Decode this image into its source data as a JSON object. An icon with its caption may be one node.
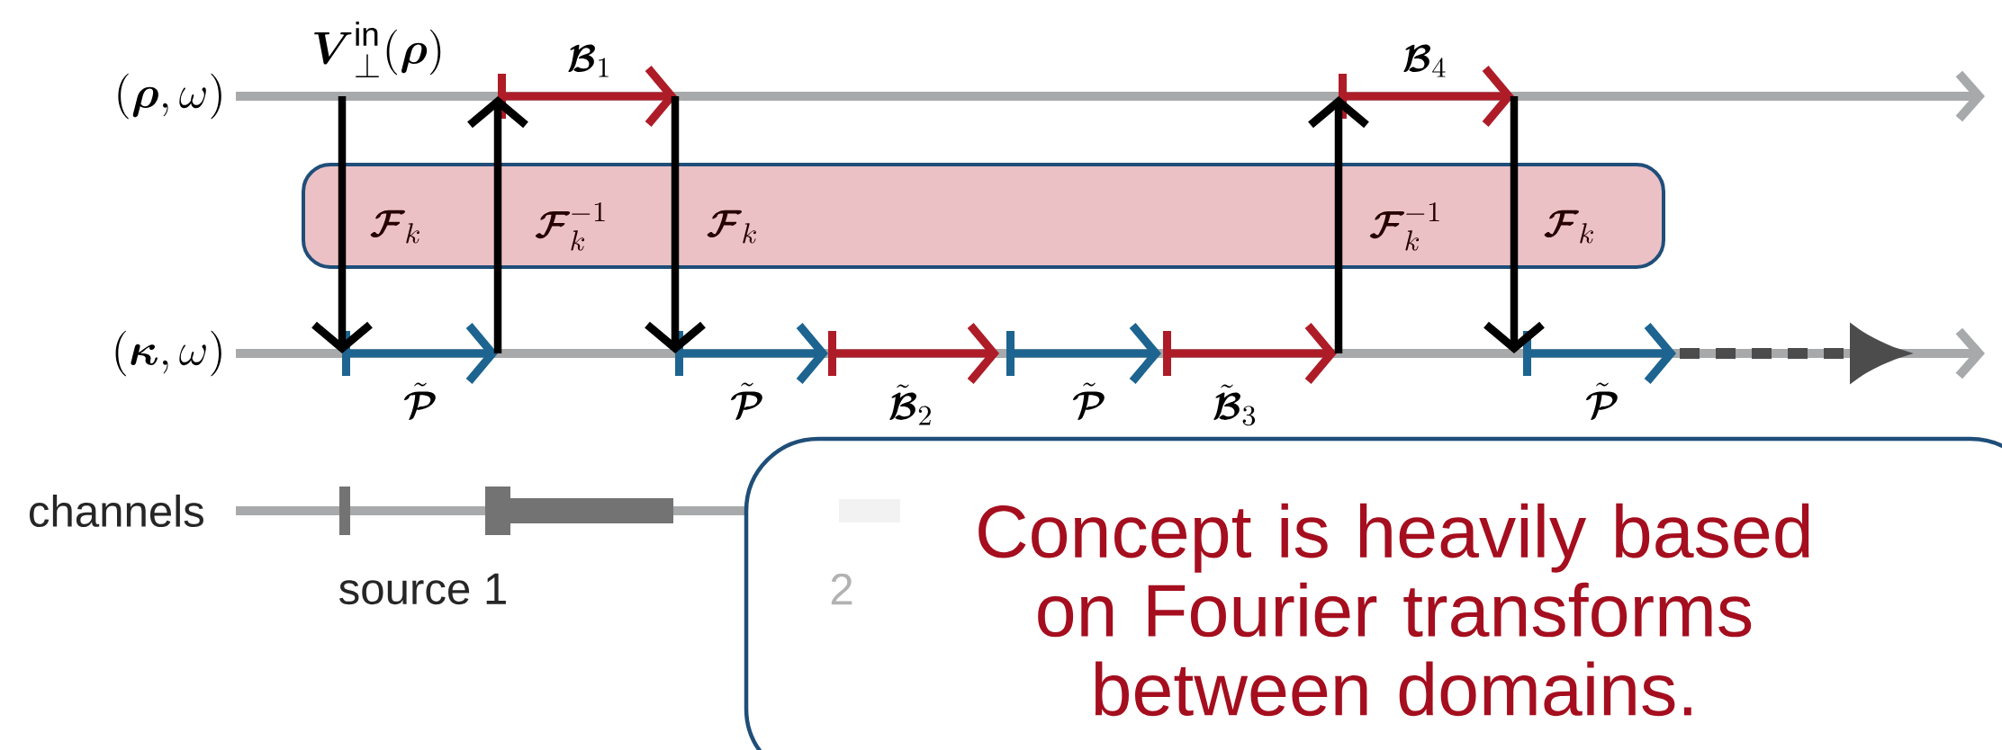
{
  "diagram": {
    "nodes": [
      {
        "text": [],
        "shape": "box"
      },
      {
        "text": [
          "Concept is heavily based on Fourier transforms between domains."
        ]
      }
    ],
    "labels": [
      "\\boldsymbol{V}_{\\perp}^{\\mathrm{in}}(\\boldsymbol{\\rho})",
      "\\boldsymbol{\\mathcal{B}}_1",
      "\\boldsymbol{\\mathcal{B}}_4",
      "(\\boldsymbol{\\rho},\\omega)",
      "\\boldsymbol{\\mathcal{F}}_k",
      "\\boldsymbol{\\mathcal{F}}_k^{-1}",
      "\\boldsymbol{\\mathcal{F}}_k",
      "\\boldsymbol{\\mathcal{F}}_k^{-1}",
      "\\boldsymbol{\\mathcal{F}}_k",
      "(\\boldsymbol{\\kappa},\\omega)",
      "\\tilde{\\boldsymbol{\\mathcal{P}}}",
      "\\tilde{\\boldsymbol{\\mathcal{P}}}",
      "\\tilde{\\boldsymbol{\\mathcal{B}}}_2",
      "\\tilde{\\boldsymbol{\\mathcal{P}}}",
      "\\tilde{\\boldsymbol{\\mathcal{B}}}_3",
      "\\tilde{\\boldsymbol{\\mathcal{P}}}",
      "channels",
      "source 1",
      "2"
    ]
  }
}
